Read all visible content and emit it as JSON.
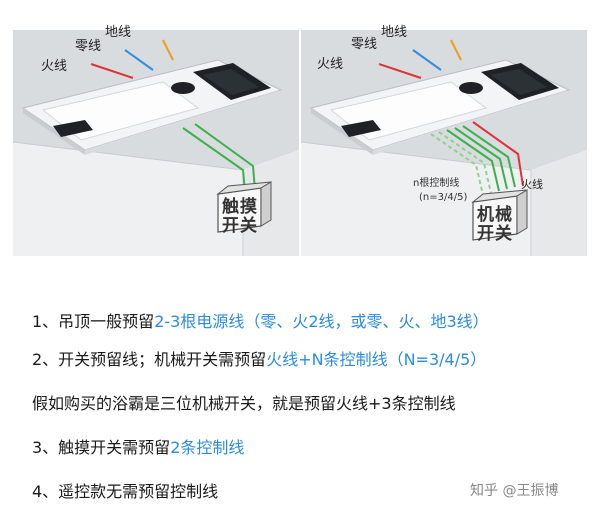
{
  "left_panel": {
    "wire_labels": {
      "live": "火线",
      "neutral": "零线",
      "ground": "地线"
    },
    "switch_label": "触摸开关"
  },
  "right_panel": {
    "wire_labels": {
      "live": "火线",
      "neutral": "零线",
      "ground": "地线"
    },
    "n_label": "n根控制线",
    "n_note": "(n=3/4/5)",
    "live_wire_label": "火线",
    "switch_label": "机械开关"
  },
  "lines": [
    {
      "pre": "1、吊顶一般预留",
      "hl": "2-3根电源线（零、火2线，或零、火、地3线）",
      "post": ""
    },
    {
      "pre": "2、开关预留线；机械开关需预留",
      "hl": "火线+N条控制线（N=3/4/5）",
      "post": ""
    },
    {
      "pre": "假如购买的浴霸是三位机械开关，就是预留火线+3条控制线",
      "hl": "",
      "post": ""
    },
    {
      "pre": "3、触摸开关需预留",
      "hl": "2条控制线",
      "post": ""
    },
    {
      "pre": "4、遥控款无需预留控制线",
      "hl": "",
      "post": ""
    }
  ],
  "watermark": "知乎 @王振博",
  "colors": {
    "highlight": "#2a8be0",
    "live": "#e0303a",
    "neutral": "#2f8de0",
    "ground": "#e8a020",
    "control": "#3cb04a"
  }
}
